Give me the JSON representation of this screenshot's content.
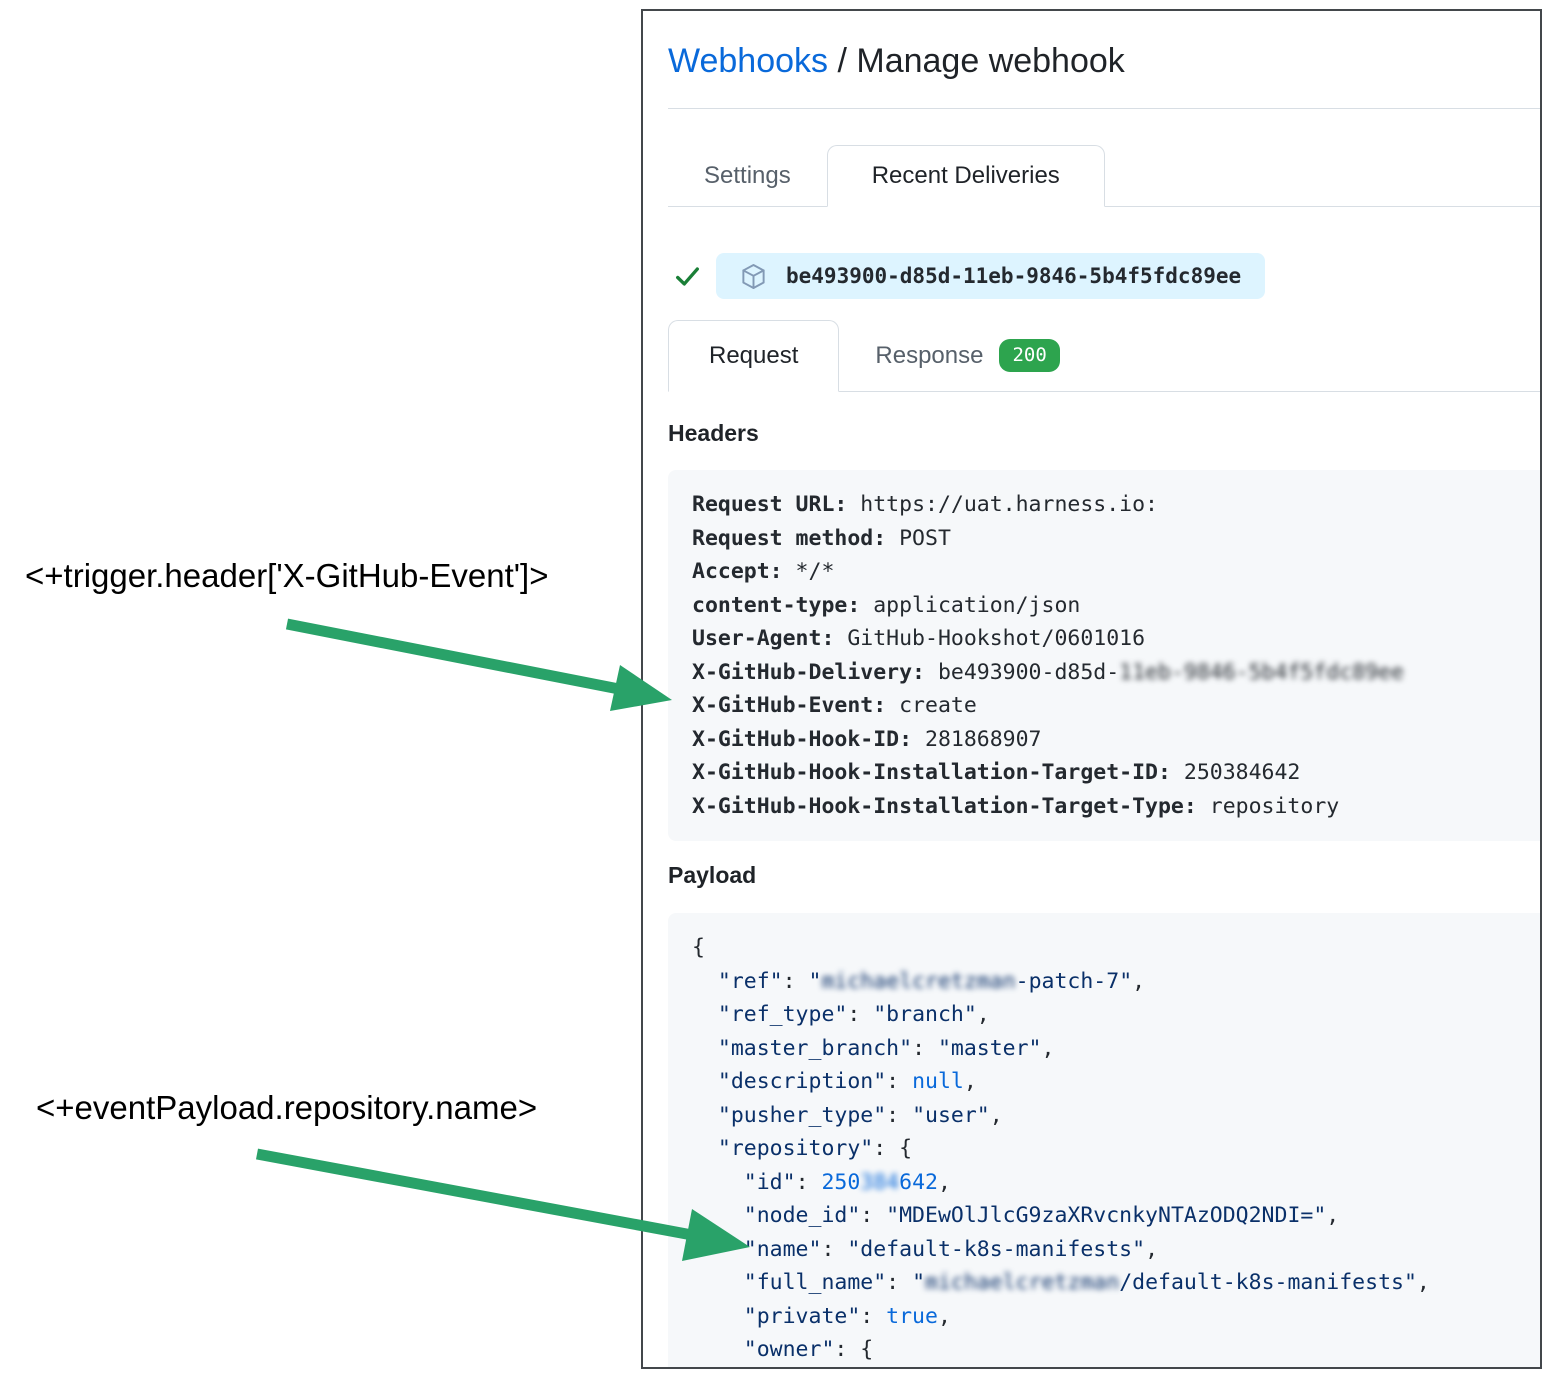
{
  "colors": {
    "arrow_green": "#29a269",
    "check_green": "#1a7f37",
    "badge_green": "#2da44e",
    "pill_blue": "#ddf4ff",
    "link_blue": "#0969da"
  },
  "breadcrumb": {
    "link": "Webhooks",
    "separator": " / ",
    "current": "Manage webhook"
  },
  "tabs": {
    "settings": "Settings",
    "recent_deliveries": "Recent Deliveries"
  },
  "delivery": {
    "guid": "be493900-d85d-11eb-9846-5b4f5fdc89ee"
  },
  "subtabs": {
    "request": "Request",
    "response": "Response",
    "response_status": "200"
  },
  "sections": {
    "headers_title": "Headers",
    "payload_title": "Payload"
  },
  "headers_lines": [
    [
      {
        "t": "Request URL:",
        "c": "k"
      },
      {
        "t": " https://uat.harness.io:",
        "c": "v"
      }
    ],
    [
      {
        "t": "Request method:",
        "c": "k"
      },
      {
        "t": " POST",
        "c": "v"
      }
    ],
    [
      {
        "t": "Accept:",
        "c": "k"
      },
      {
        "t": " */*",
        "c": "v"
      }
    ],
    [
      {
        "t": "content-type:",
        "c": "k"
      },
      {
        "t": " application/json",
        "c": "v"
      }
    ],
    [
      {
        "t": "User-Agent:",
        "c": "k"
      },
      {
        "t": " GitHub-Hookshot/0601016",
        "c": "v"
      }
    ],
    [
      {
        "t": "X-GitHub-Delivery:",
        "c": "k"
      },
      {
        "t": " be493900-d85d-",
        "c": "v"
      },
      {
        "t": "11eb-9846-5b4f5fdc89ee",
        "c": "v",
        "b": true
      }
    ],
    [
      {
        "t": "X-GitHub-Event:",
        "c": "k"
      },
      {
        "t": " create",
        "c": "v"
      }
    ],
    [
      {
        "t": "X-GitHub-Hook-ID:",
        "c": "k"
      },
      {
        "t": " 281868907",
        "c": "v"
      }
    ],
    [
      {
        "t": "X-GitHub-Hook-Installation-Target-ID:",
        "c": "k"
      },
      {
        "t": " 250384642",
        "c": "v"
      }
    ],
    [
      {
        "t": "X-GitHub-Hook-Installation-Target-Type:",
        "c": "k"
      },
      {
        "t": " repository",
        "c": "v"
      }
    ]
  ],
  "payload_lines": [
    [
      {
        "t": "{",
        "c": "pln"
      }
    ],
    [
      {
        "t": "  ",
        "c": "pln"
      },
      {
        "t": "\"ref\"",
        "c": "str"
      },
      {
        "t": ": ",
        "c": "pln"
      },
      {
        "t": "\"",
        "c": "str"
      },
      {
        "t": "michaelcretzman",
        "c": "str",
        "b": true
      },
      {
        "t": "-patch-7\"",
        "c": "str"
      },
      {
        "t": ",",
        "c": "pln"
      }
    ],
    [
      {
        "t": "  ",
        "c": "pln"
      },
      {
        "t": "\"ref_type\"",
        "c": "str"
      },
      {
        "t": ": ",
        "c": "pln"
      },
      {
        "t": "\"branch\"",
        "c": "str"
      },
      {
        "t": ",",
        "c": "pln"
      }
    ],
    [
      {
        "t": "  ",
        "c": "pln"
      },
      {
        "t": "\"master_branch\"",
        "c": "str"
      },
      {
        "t": ": ",
        "c": "pln"
      },
      {
        "t": "\"master\"",
        "c": "str"
      },
      {
        "t": ",",
        "c": "pln"
      }
    ],
    [
      {
        "t": "  ",
        "c": "pln"
      },
      {
        "t": "\"description\"",
        "c": "str"
      },
      {
        "t": ": ",
        "c": "pln"
      },
      {
        "t": "null",
        "c": "kw"
      },
      {
        "t": ",",
        "c": "pln"
      }
    ],
    [
      {
        "t": "  ",
        "c": "pln"
      },
      {
        "t": "\"pusher_type\"",
        "c": "str"
      },
      {
        "t": ": ",
        "c": "pln"
      },
      {
        "t": "\"user\"",
        "c": "str"
      },
      {
        "t": ",",
        "c": "pln"
      }
    ],
    [
      {
        "t": "  ",
        "c": "pln"
      },
      {
        "t": "\"repository\"",
        "c": "str"
      },
      {
        "t": ": ",
        "c": "pln"
      },
      {
        "t": "{",
        "c": "pln"
      }
    ],
    [
      {
        "t": "    ",
        "c": "pln"
      },
      {
        "t": "\"id\"",
        "c": "str"
      },
      {
        "t": ": ",
        "c": "pln"
      },
      {
        "t": "250",
        "c": "num"
      },
      {
        "t": "384",
        "c": "num",
        "b": true
      },
      {
        "t": "642",
        "c": "num"
      },
      {
        "t": ",",
        "c": "pln"
      }
    ],
    [
      {
        "t": "    ",
        "c": "pln"
      },
      {
        "t": "\"node_id\"",
        "c": "str"
      },
      {
        "t": ": ",
        "c": "pln"
      },
      {
        "t": "\"MDEwOlJlcG9zaXRvcnkyNTAzODQ2NDI=\"",
        "c": "str"
      },
      {
        "t": ",",
        "c": "pln"
      }
    ],
    [
      {
        "t": "    ",
        "c": "pln"
      },
      {
        "t": "\"name\"",
        "c": "str"
      },
      {
        "t": ": ",
        "c": "pln"
      },
      {
        "t": "\"default-k8s-manifests\"",
        "c": "str"
      },
      {
        "t": ",",
        "c": "pln"
      }
    ],
    [
      {
        "t": "    ",
        "c": "pln"
      },
      {
        "t": "\"full_name\"",
        "c": "str"
      },
      {
        "t": ": ",
        "c": "pln"
      },
      {
        "t": "\"",
        "c": "str"
      },
      {
        "t": "michaelcretzman",
        "c": "str",
        "b": true
      },
      {
        "t": "/default-k8s-manifests\"",
        "c": "str"
      },
      {
        "t": ",",
        "c": "pln"
      }
    ],
    [
      {
        "t": "    ",
        "c": "pln"
      },
      {
        "t": "\"private\"",
        "c": "str"
      },
      {
        "t": ": ",
        "c": "pln"
      },
      {
        "t": "true",
        "c": "kw"
      },
      {
        "t": ",",
        "c": "pln"
      }
    ],
    [
      {
        "t": "    ",
        "c": "pln"
      },
      {
        "t": "\"owner\"",
        "c": "str"
      },
      {
        "t": ": ",
        "c": "pln"
      },
      {
        "t": "{",
        "c": "pln"
      }
    ]
  ],
  "annotations": [
    {
      "label": "<+trigger.header['X-GitHub-Event']>"
    },
    {
      "label": "<+eventPayload.repository.name>"
    }
  ]
}
